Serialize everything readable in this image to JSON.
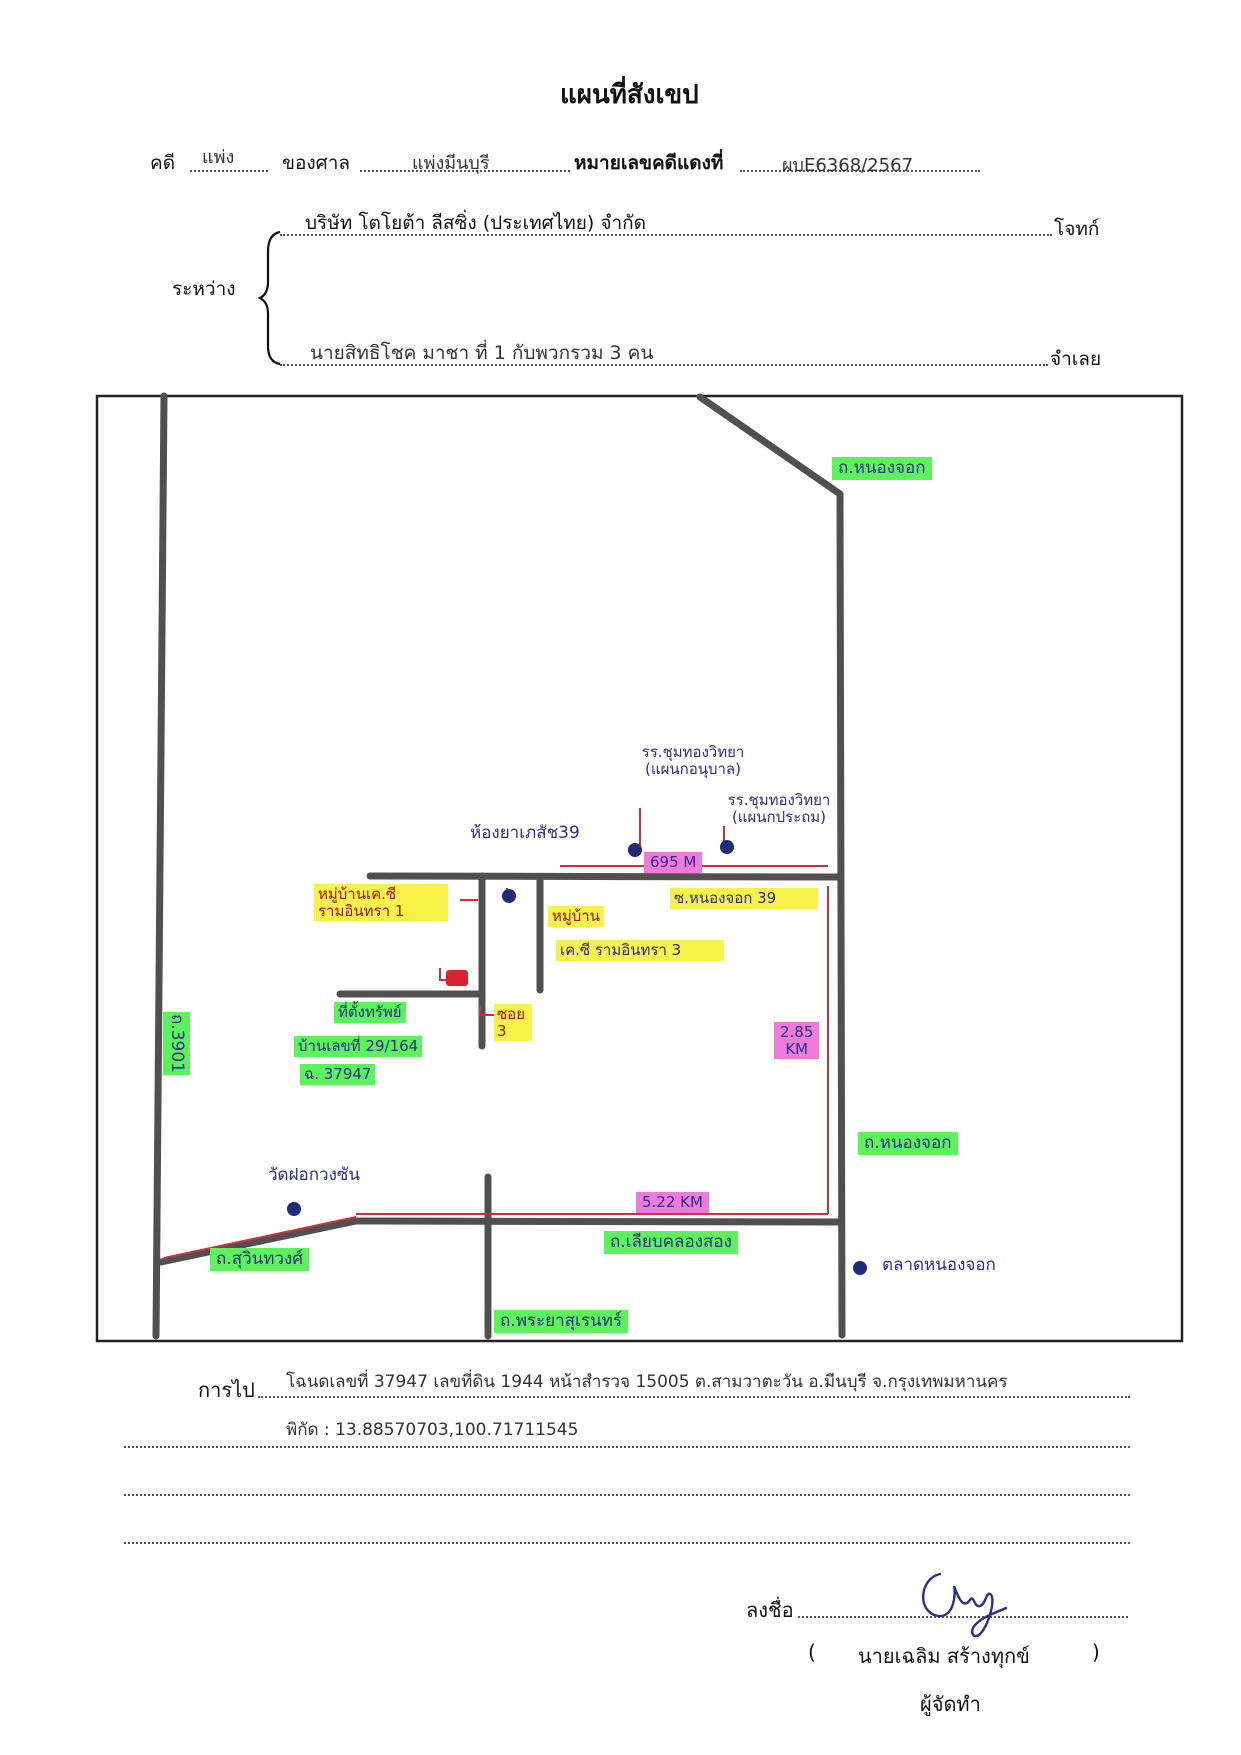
{
  "title": "แผนที่สังเขป",
  "case": {
    "case_label": "คดี",
    "case_type": "แพ่ง",
    "court_label": "ของศาล",
    "court_name": "แพ่งมีนบุรี",
    "red_no_label": "หมายเลขคดีแดงที่",
    "red_no_value": "ผบE6368/2567"
  },
  "parties": {
    "between_label": "ระหว่าง",
    "plaintiff_name": "บริษัท โตโยต้า ลีสซิ่ง (ประเทศไทย) จำกัด",
    "plaintiff_role": "โจทก์",
    "defendant_name": "นายสิทธิโชค มาชา ที่ 1 กับพวกรวม 3 คน",
    "defendant_role": "จำเลย"
  },
  "map": {
    "roads": {
      "nongchok_top": "ถ.หนองจอก",
      "nongchok_mid": "ถ.หนองจอก",
      "r3901": "ถ.3901",
      "suwinthawong": "ถ.สุวินทวงศ์",
      "liap_khlong": "ถ.เลียบคลองสอง",
      "phraya_suren": "ถ.พระยาสุเรนทร์"
    },
    "places": {
      "school_kinder": "รร.ชุมทองวิทยา (แผนกอนุบาล)",
      "school_primary": "รร.ชุมทองวิทยา (แผนกประถม)",
      "pharmacy": "ห้องยาเภสัช39",
      "village_kc1": "หมู่บ้านเค.ซี รามอินทรา 1",
      "village_label": "หมู่บ้าน",
      "village_kc3": "เค.ซี รามอินทรา 3",
      "soi_nongchok": "ซ.หนองจอก 39",
      "soi3": "ซอย 3",
      "property": "ที่ตั้งทรัพย์",
      "house_no": "บ้านเลขที่ 29/164",
      "deed": "ฉ. 37947",
      "temple": "วัดฝอกวงซัน",
      "market": "ตลาดหนองจอก"
    },
    "distances": {
      "d695": "695 M",
      "d285_a": "2.85",
      "d285_b": "KM",
      "d522": "5.22 KM"
    }
  },
  "directions": {
    "label": "การไป",
    "line1": "โฉนดเลขที่ 37947 เลขที่ดิน 1944 หน้าสำรวจ 15005  ต.สามวาตะวัน  อ.มีนบุรี จ.กรุงเทพมหานคร",
    "line2": "พิกัด  :  13.88570703,100.71711545"
  },
  "signature": {
    "label": "ลงชื่อ",
    "name": "นายเฉลิม  สร้างทุกข์",
    "open_paren": "(",
    "close_paren": ")",
    "role": "ผู้จัดทำ"
  }
}
